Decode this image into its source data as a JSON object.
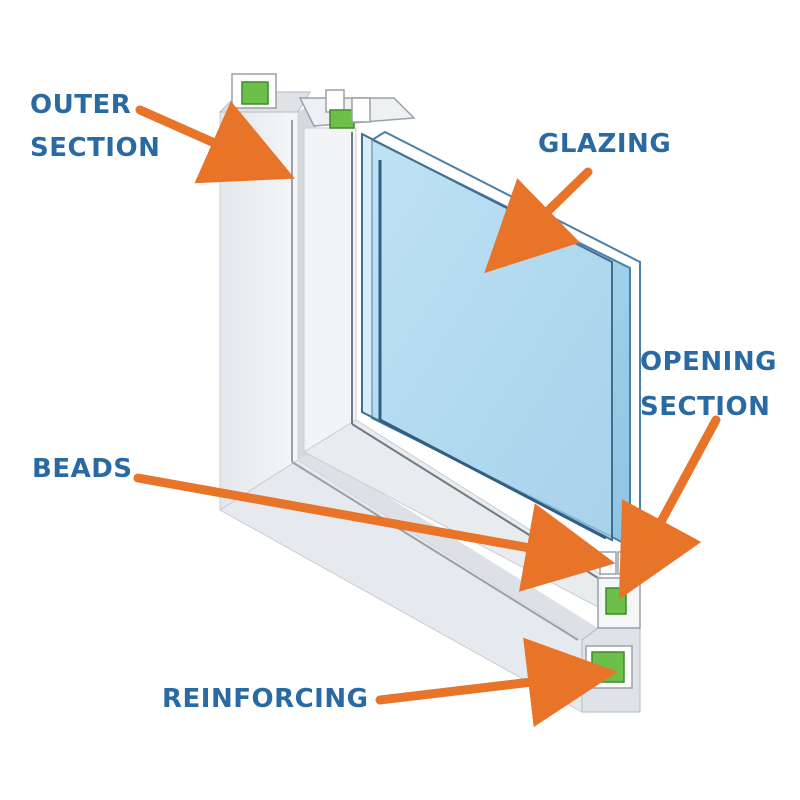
{
  "labels": {
    "outer_section": "OUTER\nSECTION",
    "glazing": "GLAZING",
    "opening_section": "OPENING\nSECTION",
    "beads": "BEADS",
    "reinforcing": "REINFORCING"
  },
  "colors": {
    "label_text": "#2a6aa3",
    "arrow": "#e8742a",
    "frame_light": "#eef1f4",
    "frame_mid": "#d9dde2",
    "frame_shadow": "#c4c9cf",
    "glass": "#a9d3ea",
    "glass_edge": "#4a7fa6",
    "reinforcement": "#6cc04a"
  }
}
